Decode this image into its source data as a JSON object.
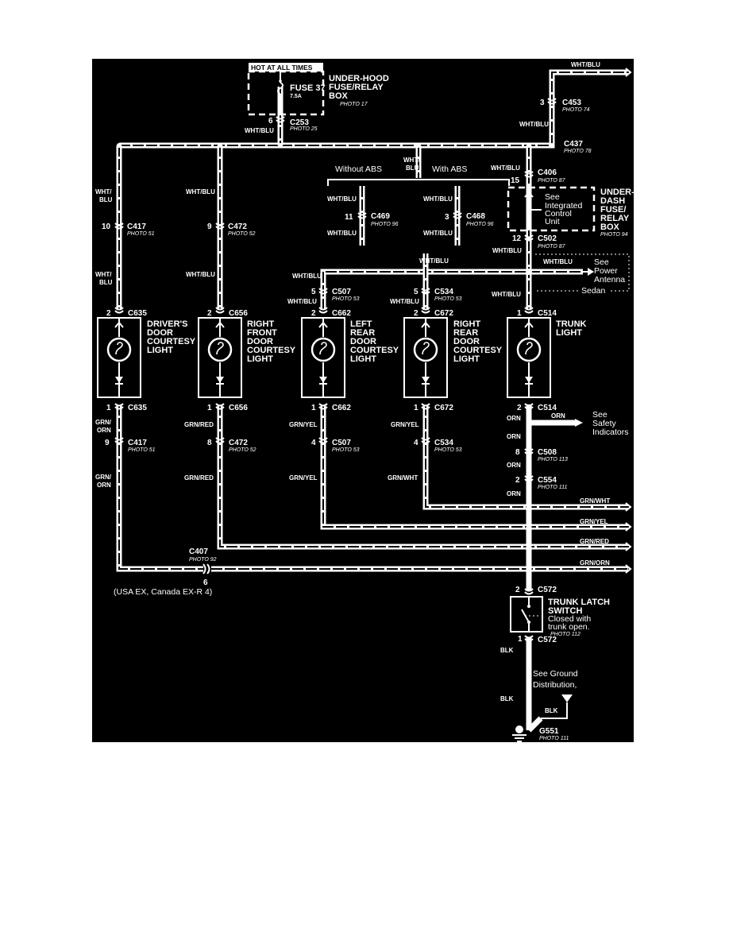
{
  "labels": {
    "hot": "HOT AT ALL TIMES",
    "fuse37": "FUSE 37",
    "fuse_amp": "7.5A",
    "uhb1": "UNDER-HOOD",
    "uhb2": "FUSE/RELAY",
    "uhb3": "BOX",
    "photo17": "PHOTO 17",
    "c253": "C253",
    "photo25": "PHOTO 25",
    "pin6": "6",
    "wb": "WHT/BLU",
    "wht": "WHT/",
    "blu": "BLU",
    "c453": "C453",
    "photo74": "PHOTO 74",
    "pin3": "3",
    "c437": "C437",
    "photo78": "PHOTO 78",
    "without_abs": "Without ABS",
    "with_abs": "With ABS",
    "c406": "C406",
    "photo87": "PHOTO 87",
    "pin15": "15",
    "see": "See",
    "integrated": "Integrated",
    "control": "Control",
    "unit": "Unit",
    "udb1": "UNDER-",
    "udb2": "DASH",
    "udb3": "FUSE/",
    "udb4": "RELAY",
    "udb5": "BOX",
    "photo94": "PHOTO 94",
    "pin11": "11",
    "c469": "C469",
    "photo96": "PHOTO 96",
    "c468": "C468",
    "pin12": "12",
    "c502": "C502",
    "pin10": "10",
    "c417": "C417",
    "photo51": "PHOTO 51",
    "pin9": "9",
    "c472": "C472",
    "photo52": "PHOTO 52",
    "power": "Power",
    "antenna": "Antenna",
    "sedan": "Sedan",
    "pin5": "5",
    "c507": "C507",
    "photo53": "PHOTO 53",
    "c534": "C534",
    "pin2": "2",
    "pin1": "1",
    "pin4": "4",
    "pin8": "8",
    "c635": "C635",
    "c656": "C656",
    "c662": "C662",
    "c672": "C672",
    "c514": "C514",
    "drivers": "DRIVER'S",
    "door": "DOOR",
    "courtesy": "COURTESY",
    "light": "LIGHT",
    "right": "RIGHT",
    "front": "FRONT",
    "left": "LEFT",
    "rear": "REAR",
    "trunk": "TRUNK",
    "grn": "GRN/",
    "orn_s": "ORN",
    "grn_red": "GRN/RED",
    "grn_yel": "GRN/YEL",
    "grn_wht": "GRN/WHT",
    "grn_orn": "GRN/ORN",
    "orn": "ORN",
    "safety": "Safety",
    "indicators": "Indicators",
    "c508": "C508",
    "photo113": "PHOTO 113",
    "c554": "C554",
    "photo111": "PHOTO 111",
    "c407": "C407",
    "photo92": "PHOTO 92",
    "usa": "(USA EX, Canada EX-R 4)",
    "c572": "C572",
    "trunk_latch": "TRUNK LATCH",
    "switch": "SWITCH",
    "closed_with": "Closed with",
    "trunk_open": "trunk open.",
    "photo112": "PHOTO 112",
    "blk": "BLK",
    "see_ground": "See Ground",
    "distribution": "Distribution,",
    "g551": "G551"
  }
}
